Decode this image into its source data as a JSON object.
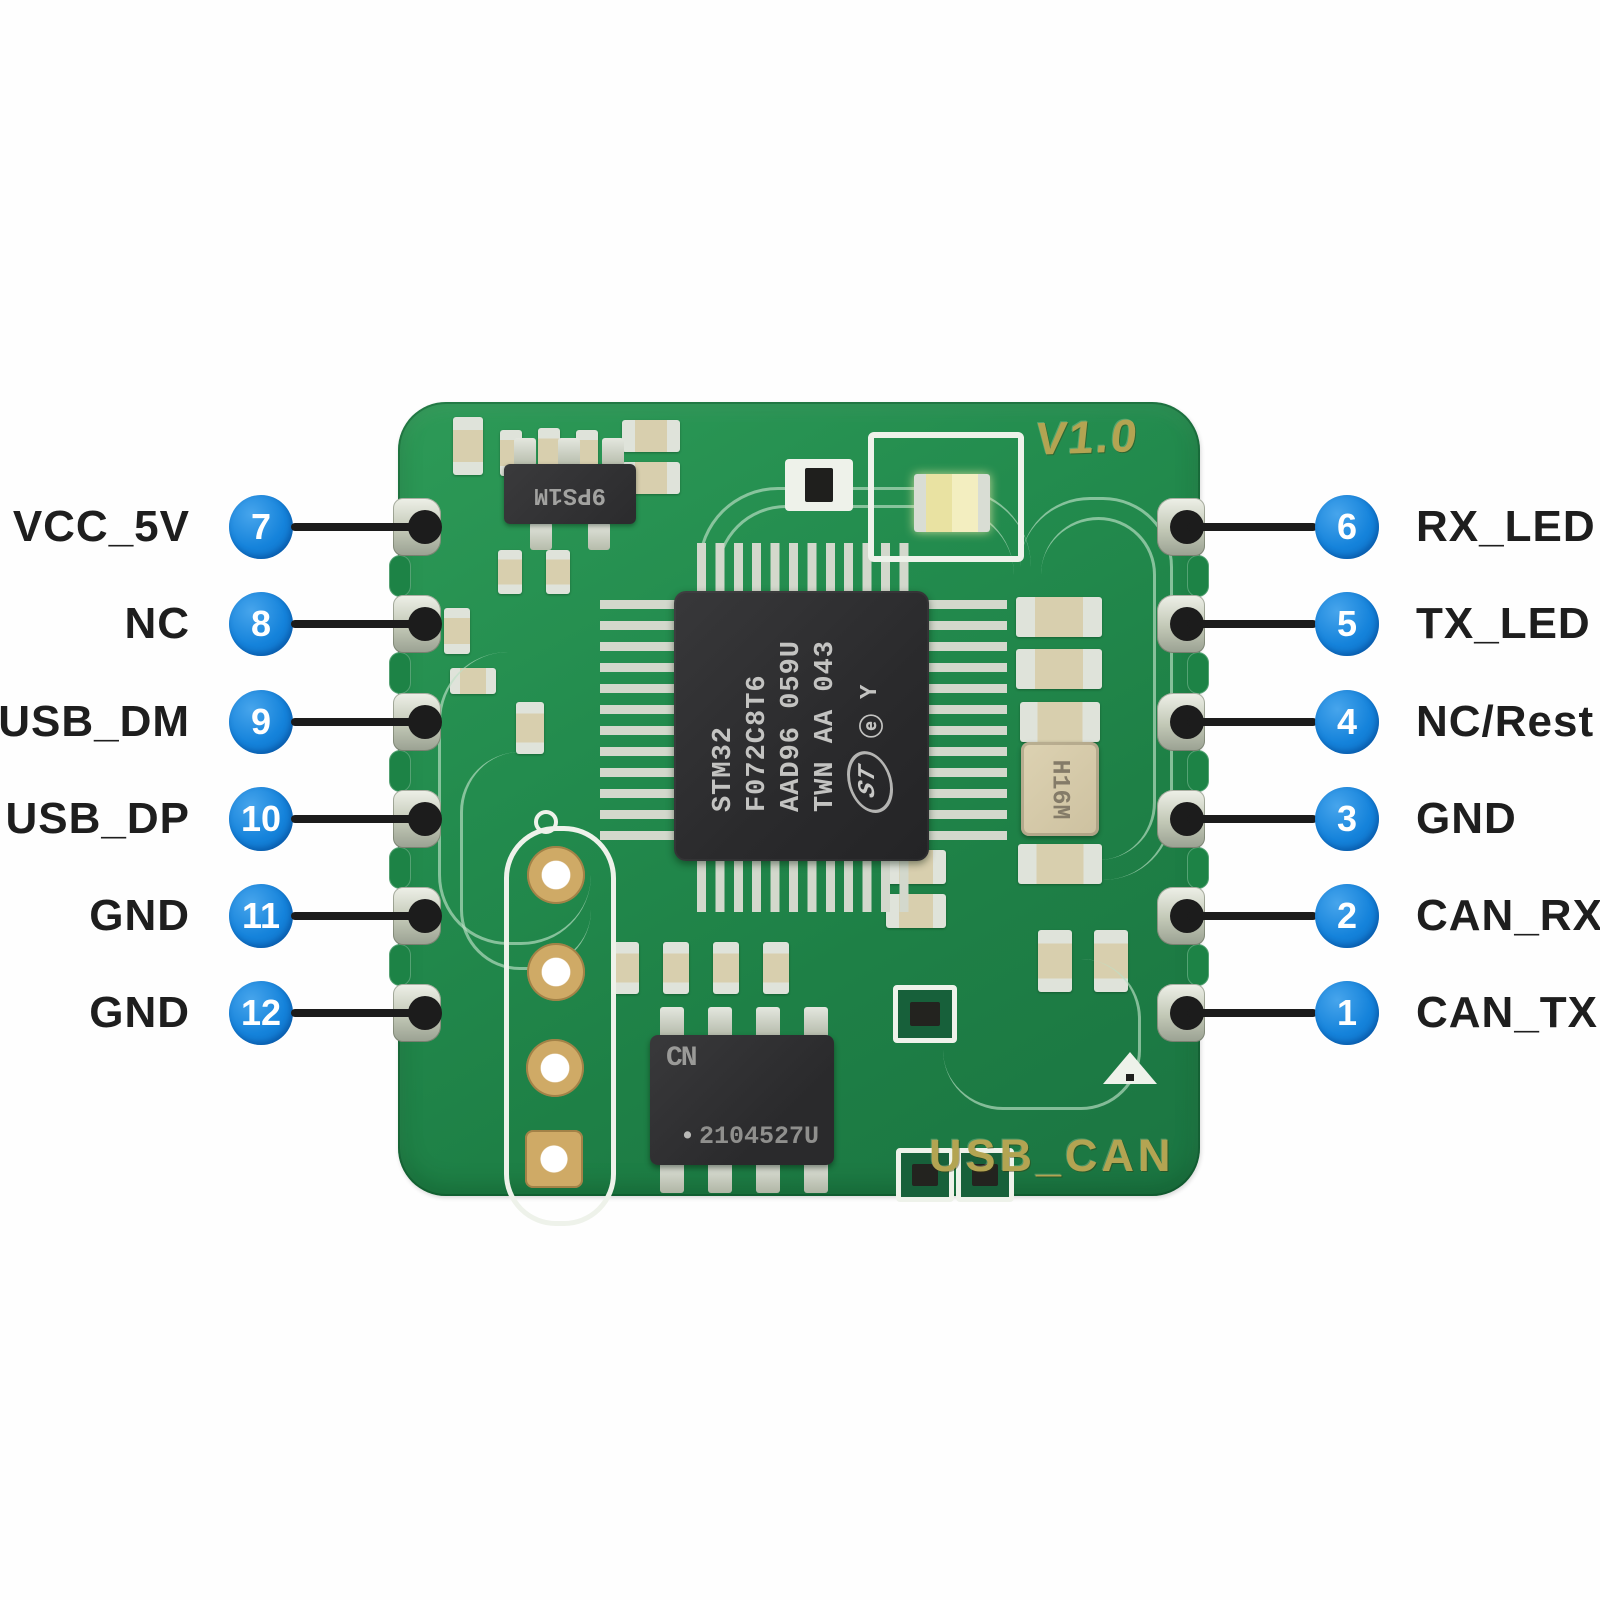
{
  "pins": {
    "left": [
      {
        "number": "7",
        "label": "VCC_5V"
      },
      {
        "number": "8",
        "label": "NC"
      },
      {
        "number": "9",
        "label": "USB_DM"
      },
      {
        "number": "10",
        "label": "USB_DP"
      },
      {
        "number": "11",
        "label": "GND"
      },
      {
        "number": "12",
        "label": "GND"
      }
    ],
    "right": [
      {
        "number": "6",
        "label": "RX_LED"
      },
      {
        "number": "5",
        "label": "TX_LED"
      },
      {
        "number": "4",
        "label": "NC/Rest"
      },
      {
        "number": "3",
        "label": "GND"
      },
      {
        "number": "2",
        "label": "CAN_RX"
      },
      {
        "number": "1",
        "label": "CAN_TX"
      }
    ]
  },
  "board": {
    "version_text": "V1.0",
    "name_text": "USB_CAN",
    "mcu": {
      "marking_lines": [
        "STM32",
        "F072C8T6",
        "AAD96 059U",
        "TWN AA 043"
      ],
      "logo_text": "ST",
      "symbol": "ⓔ",
      "grade_text": "Y"
    },
    "can_chip": {
      "logo_text": "CN",
      "marking_text": "2104527U"
    },
    "regulator_marking": "9PS1M",
    "crystal_marking": "H16M"
  },
  "colors": {
    "badge_blue": "#1583db",
    "pcb_green": "#21894c",
    "silkscreen_white": "#eef2ea",
    "gold_text": "#b3a452",
    "line_black": "#1c1c1c"
  }
}
